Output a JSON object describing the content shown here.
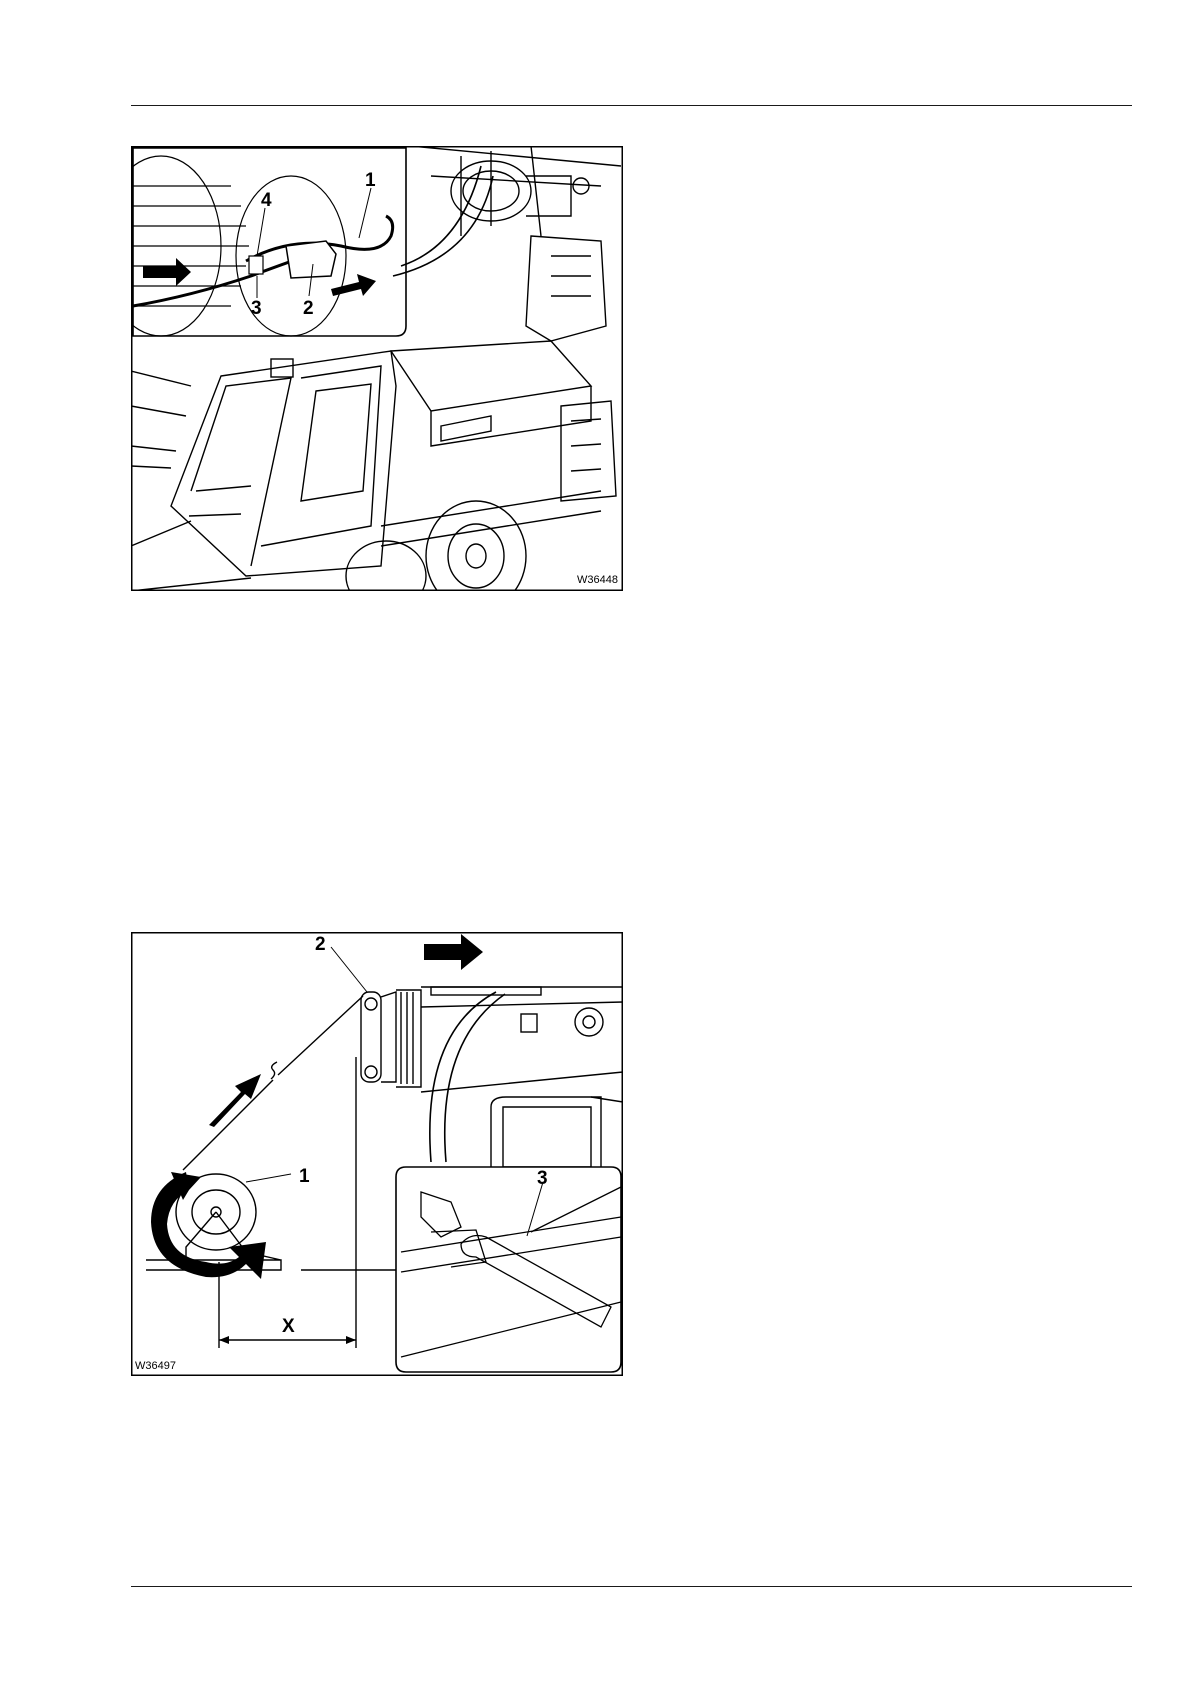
{
  "figures": [
    {
      "code": "W36448",
      "callouts": [
        "1",
        "2",
        "3",
        "4"
      ]
    },
    {
      "code": "W36497",
      "callouts": [
        "1",
        "2",
        "3"
      ],
      "dimension": "X"
    }
  ]
}
